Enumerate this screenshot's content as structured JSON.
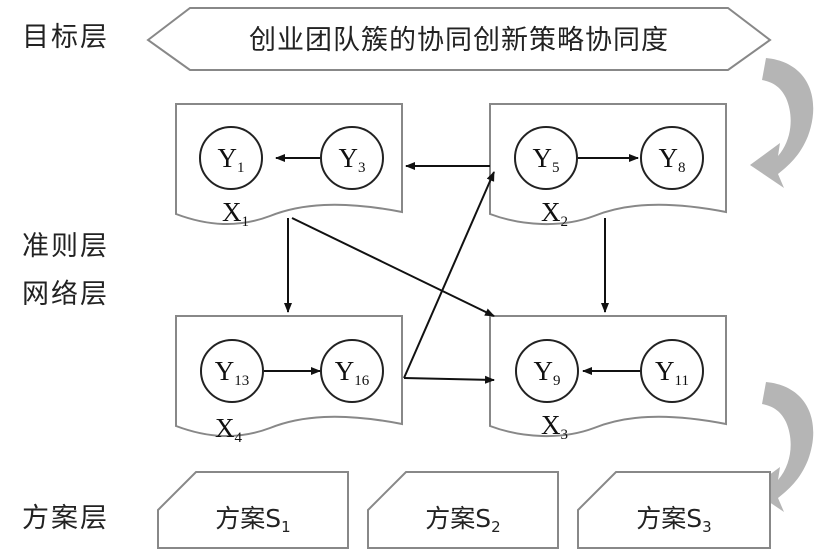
{
  "layers": {
    "goal": "目标层",
    "criteria": "准则层",
    "network": "网络层",
    "scheme": "方案层"
  },
  "goal": {
    "title": "创业团队簇的协同创新策略协同度"
  },
  "clusters": [
    {
      "label": "X",
      "sub": "1"
    },
    {
      "label": "X",
      "sub": "2"
    },
    {
      "label": "X",
      "sub": "4"
    },
    {
      "label": "X",
      "sub": "3"
    }
  ],
  "nodes": [
    {
      "label": "Y",
      "sub": "1"
    },
    {
      "label": "Y",
      "sub": "3"
    },
    {
      "label": "Y",
      "sub": "5"
    },
    {
      "label": "Y",
      "sub": "8"
    },
    {
      "label": "Y",
      "sub": "13"
    },
    {
      "label": "Y",
      "sub": "16"
    },
    {
      "label": "Y",
      "sub": "9"
    },
    {
      "label": "Y",
      "sub": "11"
    }
  ],
  "schemes": [
    {
      "label": "方案S",
      "sub": "1"
    },
    {
      "label": "方案S",
      "sub": "2"
    },
    {
      "label": "方案S",
      "sub": "3"
    }
  ],
  "colors": {
    "box_stroke": "#888888",
    "edge": "#111111",
    "curl_arrow": "#b5b5b5"
  },
  "icons": [
    "curved-arrow-icon"
  ]
}
